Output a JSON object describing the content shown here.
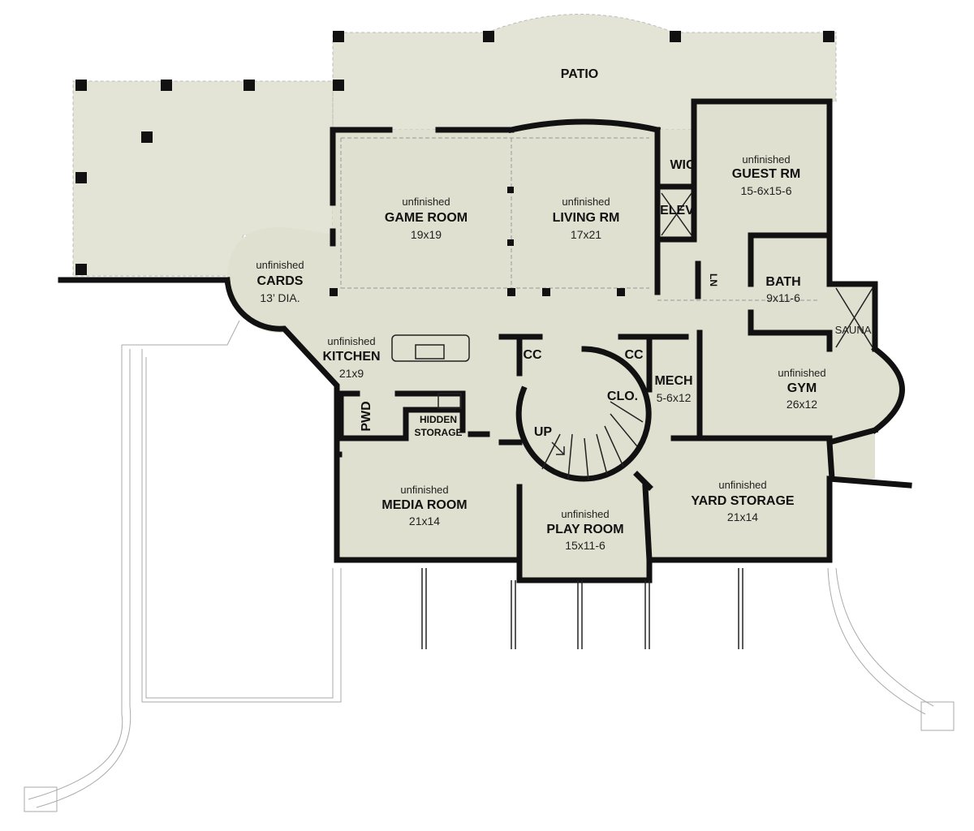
{
  "colors": {
    "floor": "#dfe0cf",
    "patio": "#e3e4d5",
    "wall": "#111111"
  },
  "labels": {
    "patio": "PATIO",
    "unfinished": "unfinished",
    "cards": {
      "name": "CARDS",
      "size": "13’ DIA."
    },
    "game_room": {
      "name": "GAME ROOM",
      "size": "19x19"
    },
    "living_rm": {
      "name": "LIVING RM",
      "size": "17x21"
    },
    "wic": "WIC",
    "elev": "ELEV",
    "guest_rm": {
      "name": "GUEST RM",
      "size": "15-6x15-6"
    },
    "ln": "LN",
    "bath": {
      "name": "BATH",
      "size": "9x11-6"
    },
    "sauna": "SAUNA",
    "kitchen": {
      "name": "KITCHEN",
      "size": "21x9"
    },
    "pwd": "PWD",
    "hidden_storage": {
      "line1": "HIDDEN",
      "line2": "STORAGE"
    },
    "cc1": "CC",
    "cc2": "CC",
    "mech": {
      "name": "MECH",
      "size": "5-6x12"
    },
    "clo": "CLO.",
    "up": "UP",
    "gym": {
      "name": "GYM",
      "size": "26x12"
    },
    "media_room": {
      "name": "MEDIA ROOM",
      "size": "21x14"
    },
    "play_room": {
      "name": "PLAY ROOM",
      "size": "15x11-6"
    },
    "yard_storage": {
      "name": "YARD STORAGE",
      "size": "21x14"
    }
  }
}
